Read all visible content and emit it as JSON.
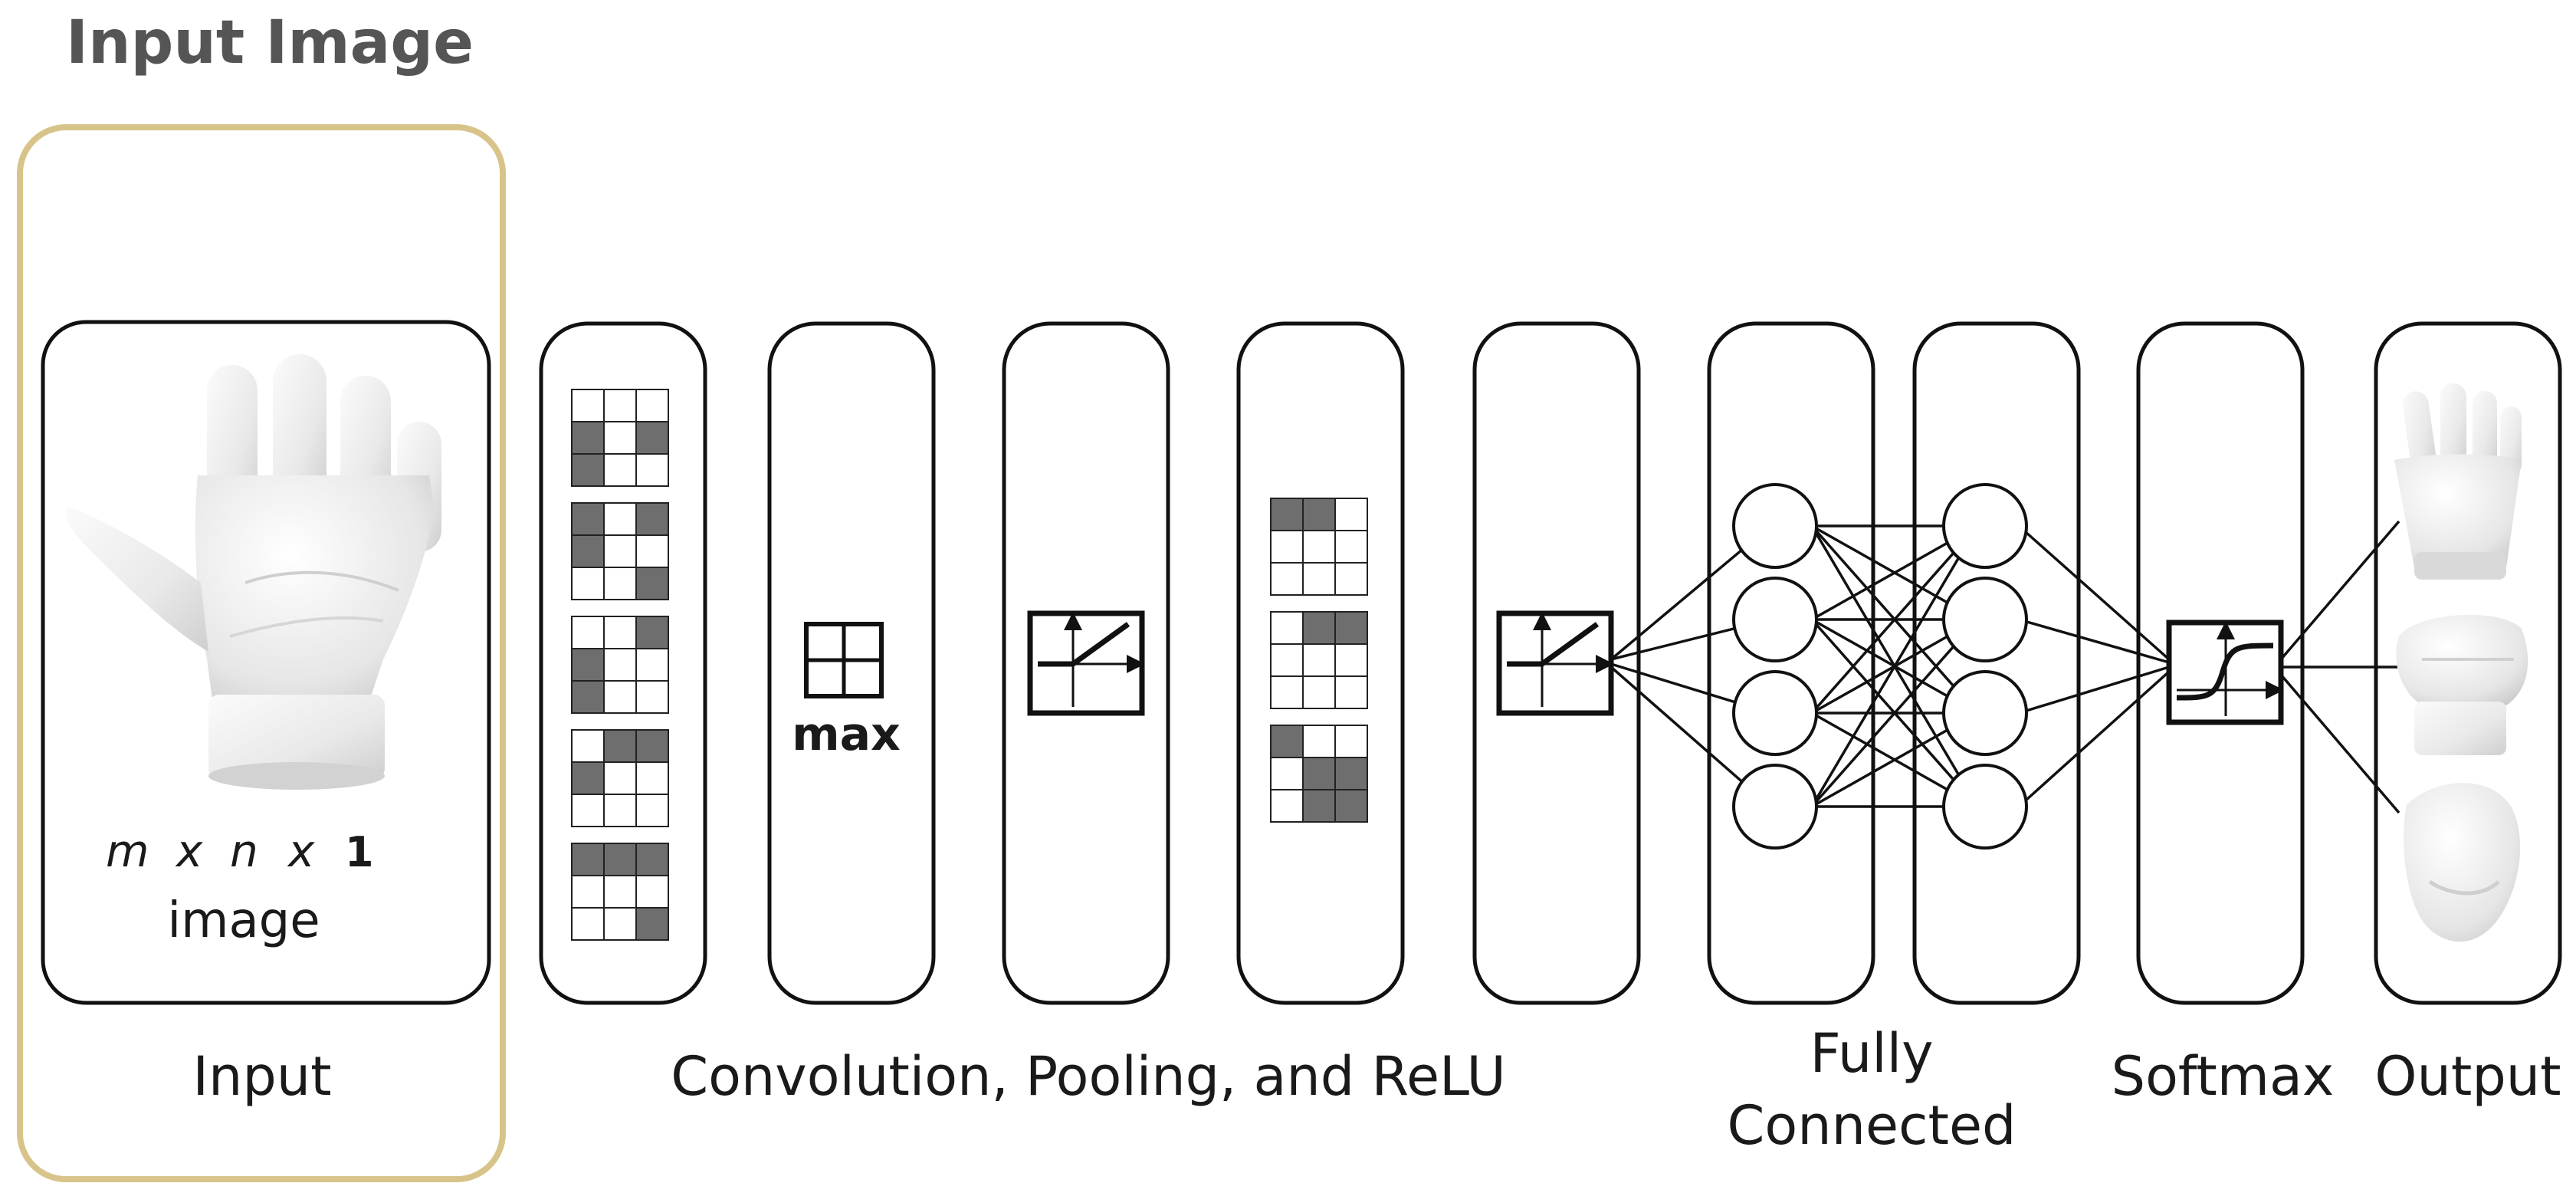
{
  "heading": "Input Image",
  "input_dims": {
    "m": "m",
    "x1": "x",
    "n": "n",
    "x2": "x",
    "one": "1"
  },
  "input_caption": "image",
  "pool_label": "max",
  "stage_labels": {
    "input": "Input",
    "conv": "Convolution, Pooling, and ReLU",
    "fc_line1": "Fully",
    "fc_line2": "Connected",
    "softmax": "Softmax",
    "output": "Output"
  },
  "filters": {
    "first_column": [
      [
        0,
        0,
        0,
        1,
        0,
        1,
        1,
        0,
        0
      ],
      [
        1,
        0,
        1,
        1,
        0,
        0,
        0,
        0,
        1
      ],
      [
        0,
        0,
        1,
        1,
        0,
        0,
        1,
        0,
        0
      ],
      [
        0,
        1,
        1,
        1,
        0,
        0,
        0,
        0,
        0
      ],
      [
        1,
        1,
        1,
        0,
        0,
        0,
        0,
        0,
        1
      ]
    ],
    "second_column": [
      [
        1,
        1,
        0,
        0,
        0,
        0,
        0,
        0,
        0
      ],
      [
        0,
        1,
        1,
        0,
        0,
        0,
        0,
        0,
        0
      ],
      [
        1,
        0,
        0,
        0,
        1,
        1,
        0,
        1,
        1
      ]
    ]
  },
  "colors": {
    "highlight_border": "#d8c48a",
    "filled_cell": "#6e6e6e",
    "stroke": "#111111",
    "heading": "#555555"
  }
}
